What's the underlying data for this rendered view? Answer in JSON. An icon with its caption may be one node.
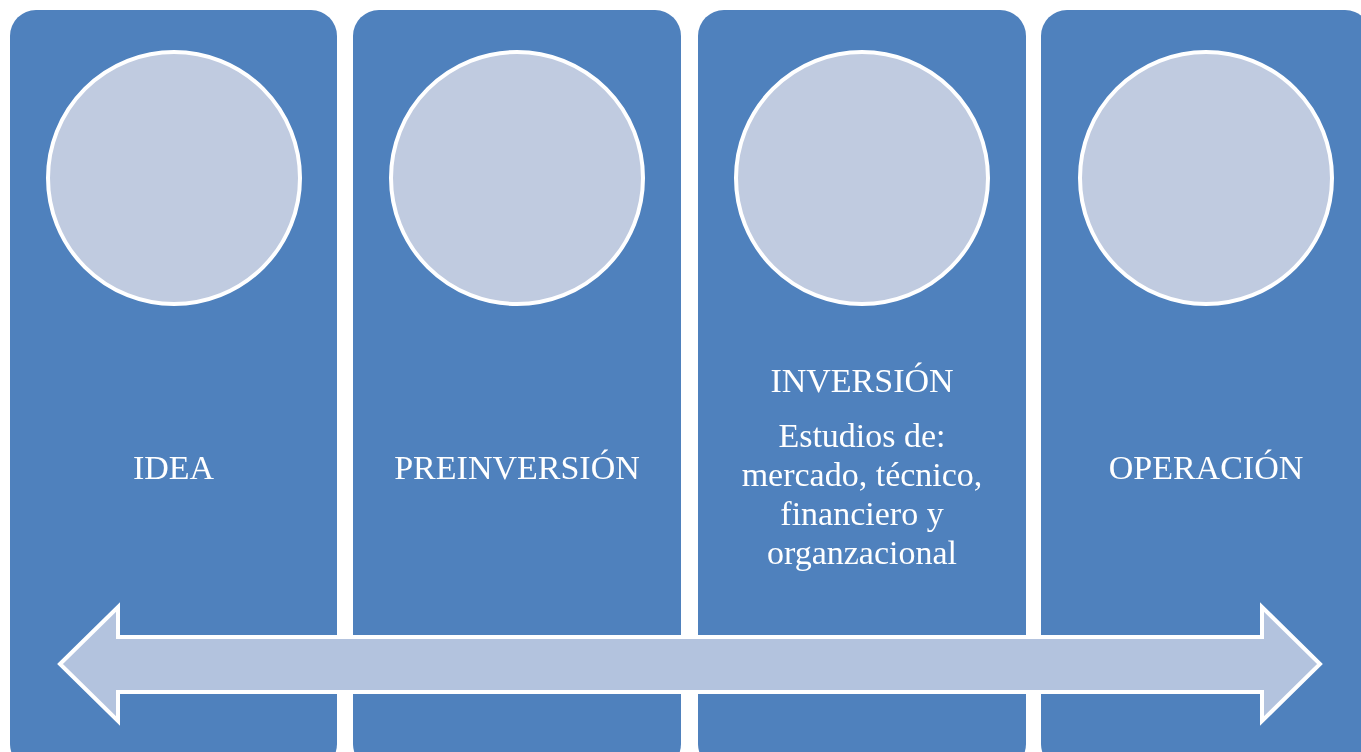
{
  "diagram": {
    "nodes": [
      {
        "text": [
          "IDEA"
        ]
      },
      {
        "text": [],
        "shape": "circle",
        "in": 0
      },
      {
        "text": [
          "PREINVERSIÓN"
        ]
      },
      {
        "text": [],
        "shape": "circle",
        "in": 2
      },
      {
        "text": [
          "INVERSIÓN",
          "Estudios de: mercado, técnico, financiero y organzacional"
        ]
      },
      {
        "text": [],
        "shape": "circle",
        "in": 4
      },
      {
        "text": [
          "OPERACIÓN"
        ]
      },
      {
        "text": [],
        "shape": "circle",
        "in": 6
      }
    ]
  }
}
